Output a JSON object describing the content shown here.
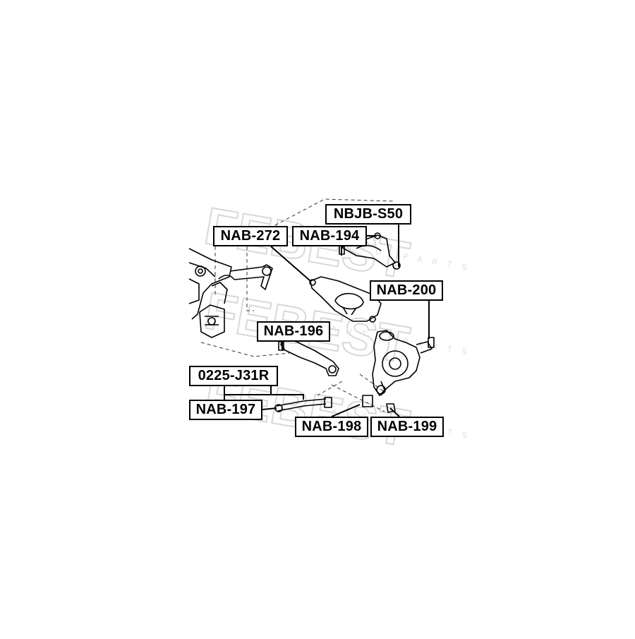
{
  "watermark": {
    "brand_text": "FEBEST",
    "sub_text": "AUTO PARTS"
  },
  "callouts": {
    "nbjb_s50": "NBJB-S50",
    "nab_272": "NAB-272",
    "nab_194": "NAB-194",
    "nab_200": "NAB-200",
    "nab_196": "NAB-196",
    "j31r_0225": "0225-J31R",
    "nab_197": "NAB-197",
    "nab_198": "NAB-198",
    "nab_199": "NAB-199"
  }
}
